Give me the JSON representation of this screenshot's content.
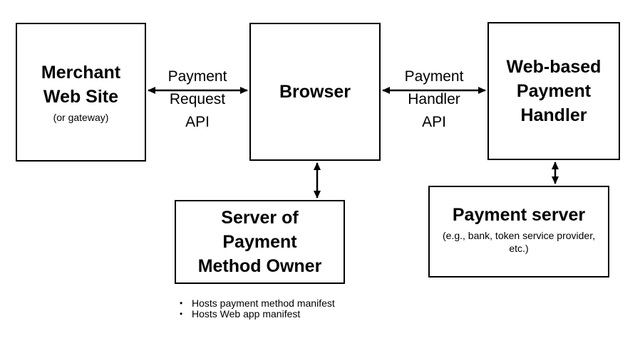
{
  "colors": {
    "background": "#ffffff",
    "border": "#000000",
    "text": "#000000"
  },
  "nodes": {
    "merchant": {
      "title": "Merchant\nWeb Site",
      "subtitle": "(or gateway)"
    },
    "browser": {
      "title": "Browser"
    },
    "web_payment_handler": {
      "title": "Web-based\nPayment\nHandler"
    },
    "payment_method_owner_server": {
      "title": "Server of\nPayment\nMethod Owner"
    },
    "payment_server": {
      "title": "Payment server",
      "subtitle": "(e.g., bank, token service provider,\netc.)"
    }
  },
  "edges": {
    "payment_request_api": {
      "label": "Payment\nRequest\nAPI"
    },
    "payment_handler_api": {
      "label": "Payment\nHandler\nAPI"
    }
  },
  "notes": [
    "Hosts payment method manifest",
    "Hosts Web app manifest"
  ]
}
